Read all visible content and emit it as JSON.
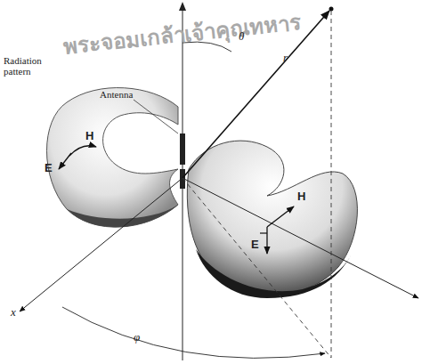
{
  "diagram": {
    "labels": [
      "พระจอมเกล้าเจ้าคุณทหาร",
      "Antenna",
      "Radiation pattern",
      "θ",
      "r",
      "H",
      "E",
      "H",
      "E",
      "x",
      "φ"
    ]
  }
}
